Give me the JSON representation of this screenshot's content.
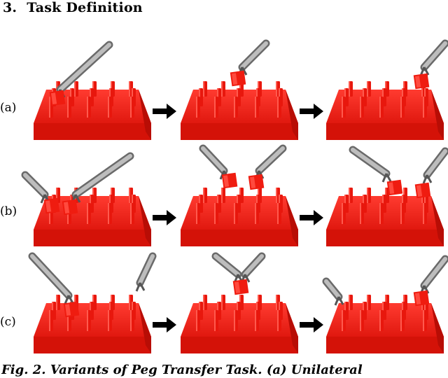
{
  "section": {
    "number": "3.",
    "title": "Task Definition"
  },
  "figure": {
    "rows": [
      {
        "label": "(a)"
      },
      {
        "label": "(b)"
      },
      {
        "label": "(c)"
      }
    ]
  },
  "caption": {
    "prefix": "Fig. 2.",
    "text": "Variants of Peg Transfer Task. (a) Unilateral"
  }
}
